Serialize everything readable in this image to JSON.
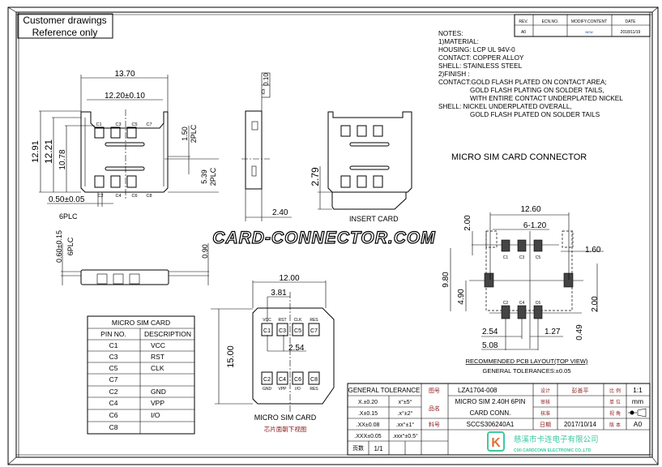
{
  "stamp": {
    "line1": "Customer drawings",
    "line2": "Reference only"
  },
  "revision_table": {
    "headers": [
      "REV.",
      "ECN.NO.",
      "MODIFY.CONTENT",
      "DATE"
    ],
    "row": [
      "A0",
      "",
      "NEW",
      "2018/11/19"
    ]
  },
  "notes": [
    "NOTES:",
    "1)MATERIAL:",
    "HOUSING: LCP UL 94V-0",
    "CONTACT: COPPER ALLOY",
    "SHELL: STAINLESS STEEL",
    "2)FINISH :",
    "CONTACT:GOLD FLASH PLATED ON CONTACT AREA;",
    "GOLD FLASH PLATING ON SOLDER TAILS,",
    "WITH ENTIRE CONTACT UNDERPLATED NICKEL",
    "SHELL:  NICKEL UNDERPLATED OVERALL,",
    "GOLD FLASH PLATED ON SOLDER TAILS"
  ],
  "connector_title": "MICRO SIM CARD CONNECTOR",
  "top_view": {
    "dim_width": "13.70",
    "dim_inner_width": "12.20±0.10",
    "dim_h1": "12.91",
    "dim_h2": "12.21",
    "dim_h3": "10.78",
    "dim_pitch": "0.50±0.05",
    "dim_side1": "1.50",
    "dim_side1_plc": "2PLC",
    "dim_side2": "5.39",
    "dim_side2_plc": "2PLC",
    "pins_top": [
      "C1",
      "C3",
      "C5",
      "C7"
    ],
    "pins_bottom": [
      "C2",
      "C4",
      "C6",
      "C8"
    ]
  },
  "side_view": {
    "flatness": "0.10",
    "width": "2.40"
  },
  "insert_view": {
    "dim": "2.79",
    "label": "INSERT CARD"
  },
  "watermark": "CARD-CONNECTOR.COM",
  "bottom_view": {
    "dim_left": "0.60±0.15",
    "plc_a": "6PLC",
    "plc_b": "6PLC",
    "dim_right": "0.90"
  },
  "sim_card": {
    "dim_width": "12.00",
    "dim_offset": "3.81",
    "dim_pitch": "2.54",
    "dim_height": "15.00",
    "pads_top": [
      {
        "pin": "C1",
        "signal": "VCC"
      },
      {
        "pin": "C3",
        "signal": "RST"
      },
      {
        "pin": "C5",
        "signal": "CLK"
      },
      {
        "pin": "C7",
        "signal": "RES"
      }
    ],
    "pads_bottom": [
      {
        "pin": "C2",
        "signal": "GND"
      },
      {
        "pin": "C4",
        "signal": "VPP"
      },
      {
        "pin": "C6",
        "signal": "I/O"
      },
      {
        "pin": "C8",
        "signal": "RES"
      }
    ],
    "caption": "MICRO SIM CARD",
    "caption_cn": "芯片面朝下视图"
  },
  "pin_table": {
    "title": "MICRO SIM CARD",
    "headers": [
      "PIN NO.",
      "DESCRIPTION"
    ],
    "rows": [
      [
        "C1",
        "VCC"
      ],
      [
        "C3",
        "RST"
      ],
      [
        "C5",
        "CLK"
      ],
      [
        "C7",
        ""
      ],
      [
        "C2",
        "GND"
      ],
      [
        "C4",
        "VPP"
      ],
      [
        "C6",
        "I/O"
      ],
      [
        "C8",
        ""
      ]
    ]
  },
  "pcb_layout": {
    "dim_width": "12.60",
    "dim_pads": "6-1.20",
    "dim_top": "2.00",
    "dim_pad_h": "1.60",
    "dim_h": "9.80",
    "dim_mid": "4.90",
    "dim_right": "2.00",
    "dim_pitch": "2.54",
    "dim_half": "1.27",
    "dim_span": "5.08",
    "dim_bottom": "0.49",
    "pins_top": [
      "C1",
      "C3",
      "C5"
    ],
    "pins_bottom": [
      "C2",
      "C4",
      "C6"
    ],
    "caption": "RECOMMENDED PCB LAYOUT(TOP VIEW)",
    "tolerance": "GENERAL TOLERANCES:±0.05"
  },
  "title_block": {
    "general_tolerance": "GENERAL TOLERANCE",
    "tol_rows": [
      [
        "X.±0.20",
        "x°±5°"
      ],
      [
        ".X±0.15",
        ".x°±2°"
      ],
      [
        ".XX±0.08",
        ".xx°±1°"
      ],
      [
        ".XXX±0.05",
        ".xxx°±0.5°"
      ]
    ],
    "page_label": "页数",
    "page_value": "1/1",
    "drawing_no_label": "图号",
    "drawing_no": "LZA1704-008",
    "name_label": "品名",
    "name_line1": "MICRO SIM 2.40H 6PIN",
    "name_line2": "CARD CONN.",
    "part_no_label": "料号",
    "part_no": "SCCS306240A1",
    "design_label": "设计",
    "designer": "彭善平",
    "review_label": "审核",
    "approve_label": "核准",
    "date_label": "日期",
    "date": "2017/10/14",
    "scale_label": "比 例",
    "scale": "1:1",
    "unit_label": "单 位",
    "unit": "mm",
    "view_label": "视 角",
    "version_label": "版 本",
    "version": "A0",
    "company_cn": "慈溪市卡连电子有限公司",
    "company_en": "CIXI CARDCONN ELECTRONIC CO.,LTD",
    "logo_letter": "K",
    "logo_color": "#3cc9a0"
  }
}
